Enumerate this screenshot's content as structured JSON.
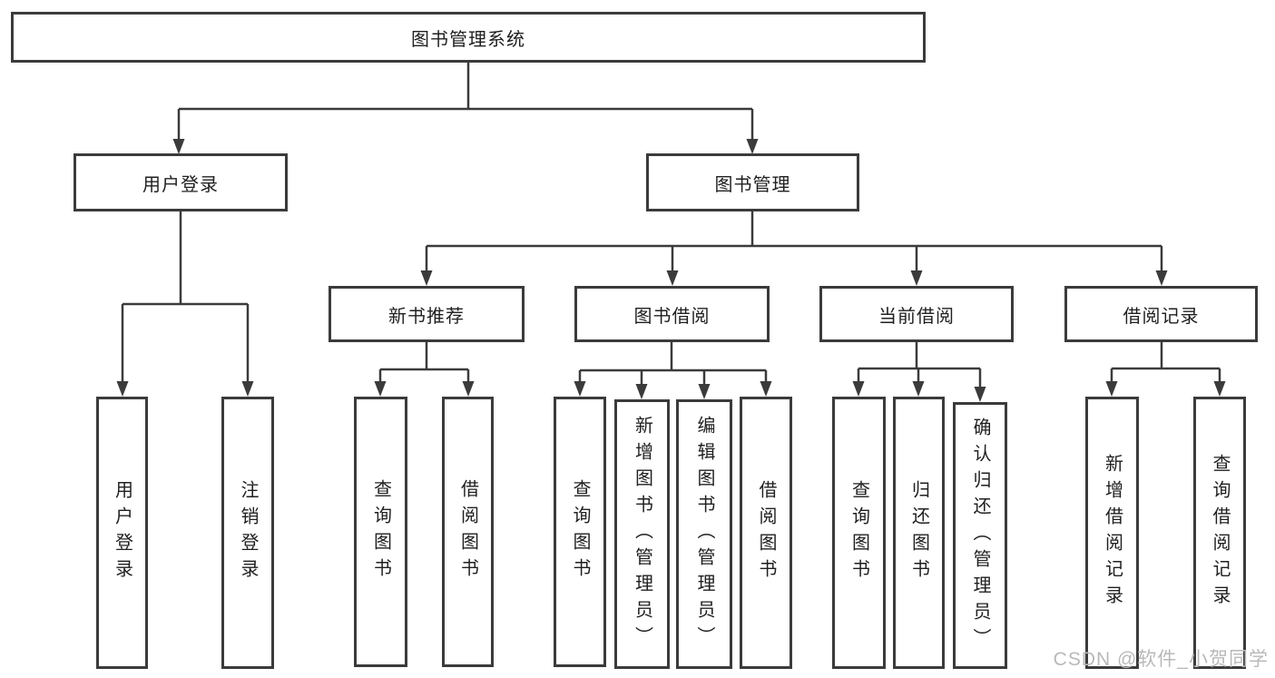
{
  "nodes": {
    "root": {
      "label": "图书管理系统"
    },
    "user_login": {
      "label": "用户登录"
    },
    "book_mgmt": {
      "label": "图书管理"
    },
    "new_book_rec": {
      "label": "新书推荐"
    },
    "book_borrow": {
      "label": "图书借阅"
    },
    "current_borrow": {
      "label": "当前借阅"
    },
    "borrow_records": {
      "label": "借阅记录"
    },
    "leaf_user_login": {
      "label": "用户登录"
    },
    "leaf_logout": {
      "label": "注销登录"
    },
    "leaf_query_book_rec": {
      "label": "查询图书"
    },
    "leaf_borrow_book_rec": {
      "label": "借阅图书"
    },
    "leaf_query_book_borrow": {
      "label": "查询图书"
    },
    "leaf_add_book": {
      "label": "新增图书（管理员）"
    },
    "leaf_edit_book": {
      "label": "编辑图书（管理员）"
    },
    "leaf_borrow_book": {
      "label": "借阅图书"
    },
    "leaf_query_book_current": {
      "label": "查询图书"
    },
    "leaf_return_book": {
      "label": "归还图书"
    },
    "leaf_confirm_return": {
      "label": "确认归还（管理员）"
    },
    "leaf_add_record": {
      "label": "新增借阅记录"
    },
    "leaf_query_record": {
      "label": "查询借阅记录"
    }
  },
  "watermark": {
    "text": "CSDN @软件_小贺同学"
  },
  "colors": {
    "line": "#3b3b3b",
    "border": "#3b3b3b",
    "text": "#1f1f1f",
    "watermark": "#b9b9b9",
    "background": "#ffffff"
  }
}
